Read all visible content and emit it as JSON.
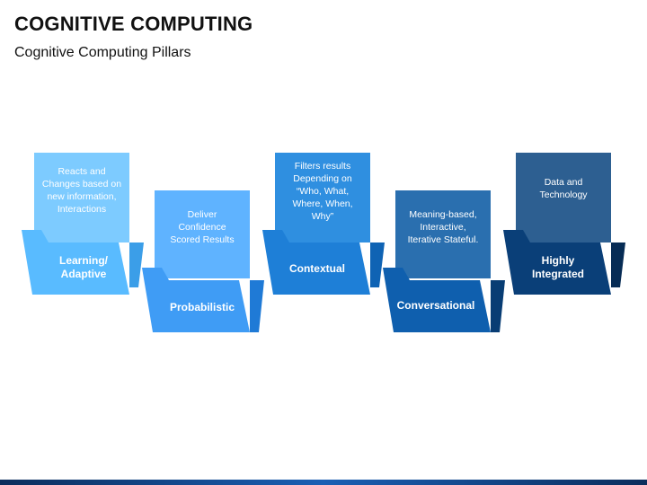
{
  "header": {
    "title": "COGNITIVE COMPUTING",
    "subtitle": "Cognitive Computing Pillars"
  },
  "colors": {
    "p1": "#59bbff",
    "p2": "#3f9cf5",
    "p3": "#1e7fd7",
    "p4": "#0f5fae",
    "p5": "#0a3f78"
  },
  "pillars": [
    {
      "desc": [
        "Reacts and",
        "Changes based on",
        "new information,",
        "Interactions"
      ],
      "label": [
        "Learning/",
        "Adaptive"
      ]
    },
    {
      "desc": [
        "Deliver",
        "Confidence",
        "Scored Results"
      ],
      "label": [
        "Probabilistic"
      ]
    },
    {
      "desc": [
        "Filters results",
        "Depending on",
        "“Who, What,",
        "Where, When,",
        "Why”"
      ],
      "label": [
        "Contextual"
      ]
    },
    {
      "desc": [
        "Meaning-based,",
        "Interactive,",
        "Iterative Stateful."
      ],
      "label": [
        "Conversational"
      ]
    },
    {
      "desc": [
        "Data and",
        "Technology"
      ],
      "label": [
        "Highly",
        "Integrated"
      ]
    }
  ]
}
